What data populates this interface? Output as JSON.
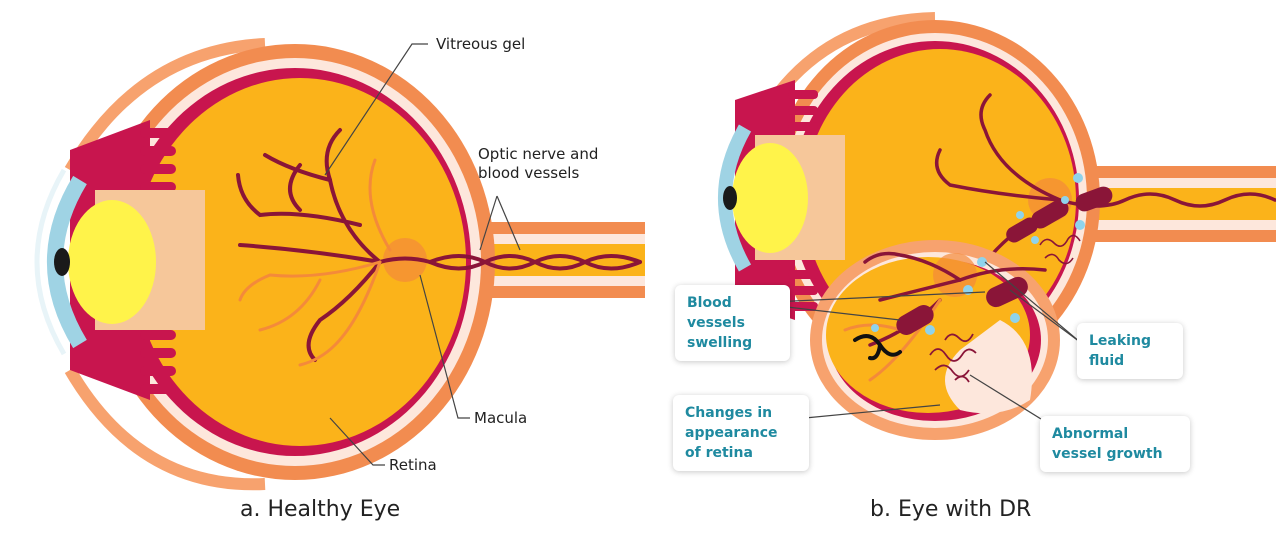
{
  "healthy": {
    "labels": {
      "vitreous": "Vitreous gel",
      "optic_line1": "Optic nerve and",
      "optic_line2": "blood vessels",
      "macula": "Macula",
      "retina": "Retina"
    },
    "caption": "a. Healthy Eye"
  },
  "dr": {
    "callouts": {
      "blood_vessels": "Blood\nvessels\nswelling",
      "leaking": "Leaking\nfluid",
      "changes": "Changes in\nappearance\nof retina",
      "abnormal": "Abnormal\nvessel growth"
    },
    "caption": "b. Eye with DR"
  },
  "colors": {
    "sclera": "#f28c50",
    "retina": "#c8154e",
    "vitreous": "#fbb31a",
    "lens": "#fff34a",
    "cornea": "#9fd3e4",
    "vessel": "#8a1538",
    "label_teal": "#1f8aa0"
  }
}
